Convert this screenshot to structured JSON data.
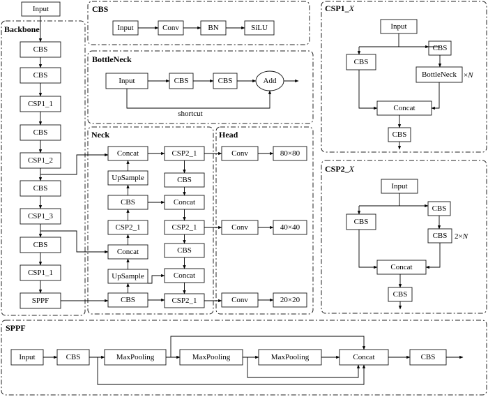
{
  "groups": {
    "cbs": {
      "title": "CBS"
    },
    "bottleneck": {
      "title": "BottleNeck"
    },
    "backbone": {
      "title": "Backbone"
    },
    "neck": {
      "title": "Neck"
    },
    "head": {
      "title": "Head"
    },
    "csp1": {
      "title": "CSP1_",
      "title_var": "X"
    },
    "csp2": {
      "title": "CSP2_",
      "title_var": "X"
    },
    "sppf": {
      "title": "SPPF"
    }
  },
  "backbone": {
    "input": "Input",
    "layers": [
      "CBS",
      "CBS",
      "CSP1_1",
      "CBS",
      "CSP1_2",
      "CBS",
      "CSP1_3",
      "CBS",
      "CSP1_1",
      "SPPF"
    ]
  },
  "cbs_module": {
    "blocks": [
      "Input",
      "Conv",
      "BN",
      "SiLU"
    ]
  },
  "bottleneck_module": {
    "input": "Input",
    "cbs1": "CBS",
    "cbs2": "CBS",
    "add": "Add",
    "shortcut": "shortcut"
  },
  "neck": {
    "left": [
      "Concat",
      "UpSample",
      "CBS",
      "CSP2_1",
      "Concat",
      "UpSample",
      "CBS"
    ],
    "right": [
      "CSP2_1",
      "CBS",
      "Concat",
      "CSP2_1",
      "CBS",
      "Concat",
      "CSP2_1"
    ]
  },
  "head": {
    "convs": [
      "Conv",
      "Conv",
      "Conv"
    ],
    "outputs": [
      "80×80",
      "40×40",
      "20×20"
    ]
  },
  "csp1_module": {
    "input": "Input",
    "cbs_top": "CBS",
    "cbs_left": "CBS",
    "bottleneck": "BottleNeck",
    "repeat": "×",
    "repeat_var": "N",
    "concat": "Concat",
    "cbs_out": "CBS"
  },
  "csp2_module": {
    "input": "Input",
    "cbs_top": "CBS",
    "cbs_left": "CBS",
    "cbs_mid": "CBS",
    "repeat": "2×",
    "repeat_var": "N",
    "concat": "Concat",
    "cbs_out": "CBS"
  },
  "sppf_module": {
    "blocks": [
      "Input",
      "CBS",
      "MaxPooling",
      "MaxPooling",
      "MaxPooling",
      "Concat",
      "CBS"
    ]
  }
}
